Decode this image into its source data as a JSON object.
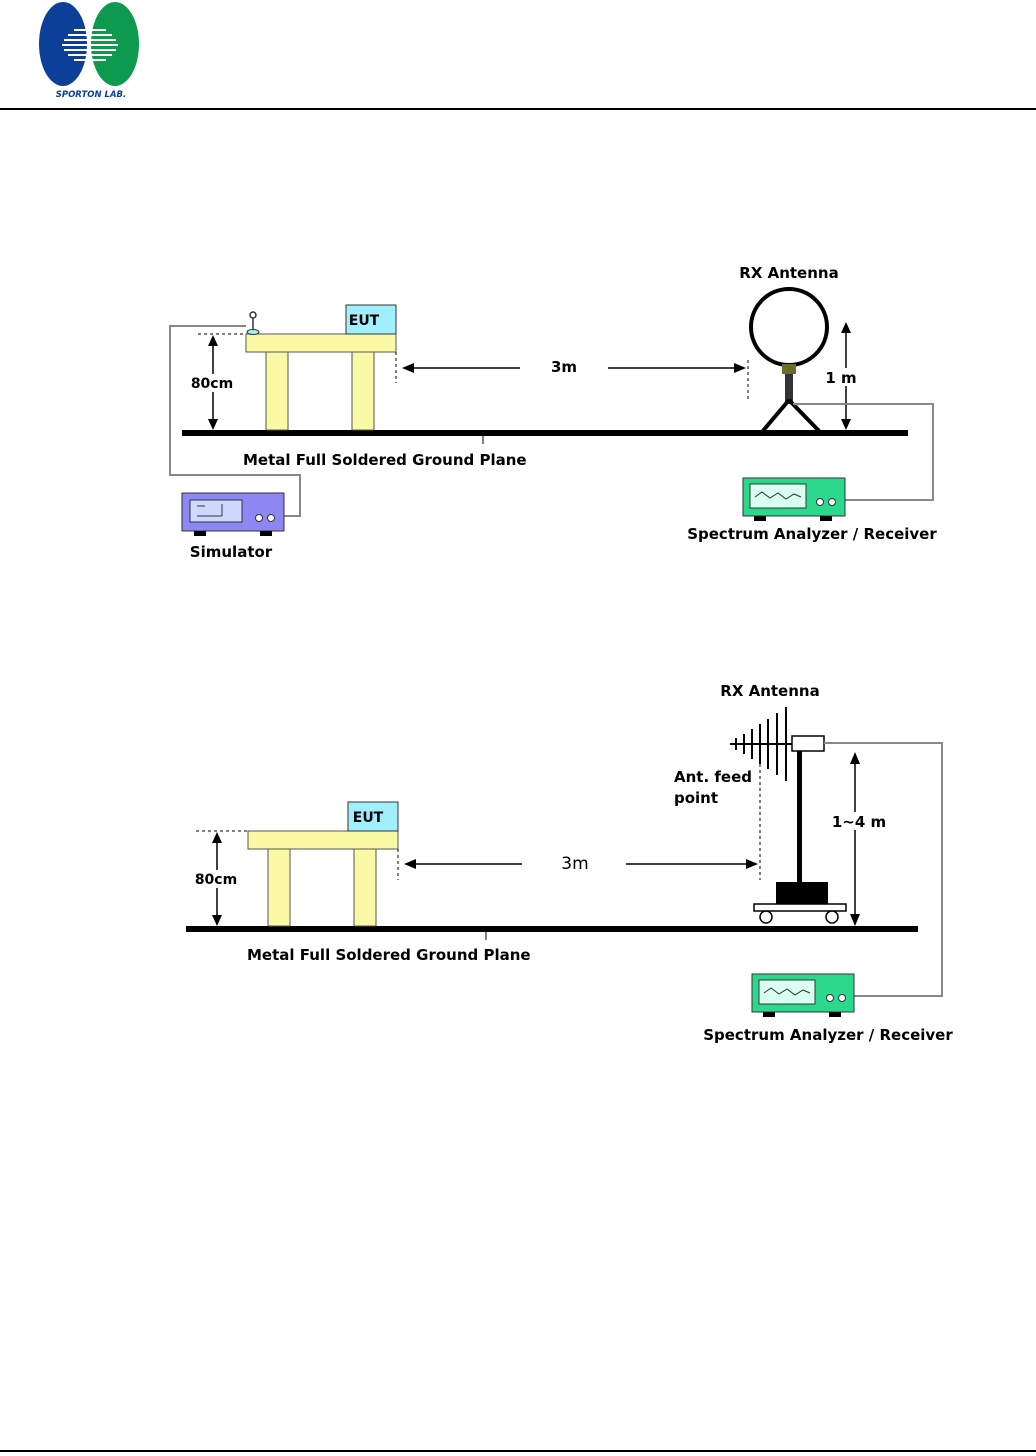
{
  "header": {
    "logo_text": "SPORTON LAB."
  },
  "colors": {
    "logo_blue": "#0b3f98",
    "logo_green": "#0d9a4f",
    "table_yellow": "#fafaa6",
    "eut_cyan": "#9fefff",
    "simulator_purple": "#8c87f2",
    "analyzer_green": "#2bd88c",
    "antenna_olive": "#6b6b2a"
  },
  "diagram1": {
    "rx_antenna_label": "RX Antenna",
    "eut_label": "EUT",
    "distance_label": "3m",
    "table_height_label": "80cm",
    "antenna_height_label": "1 m",
    "ground_plane_label": "Metal Full Soldered Ground Plane",
    "simulator_label": "Simulator",
    "analyzer_label": "Spectrum Analyzer / Receiver"
  },
  "diagram2": {
    "rx_antenna_label": "RX Antenna",
    "feed_point_line1": "Ant. feed",
    "feed_point_line2": "point",
    "eut_label": "EUT",
    "distance_label": "3m",
    "table_height_label": "80cm",
    "antenna_height_label": "1~4 m",
    "ground_plane_label": "Metal Full Soldered Ground Plane",
    "analyzer_label": "Spectrum Analyzer / Receiver"
  }
}
